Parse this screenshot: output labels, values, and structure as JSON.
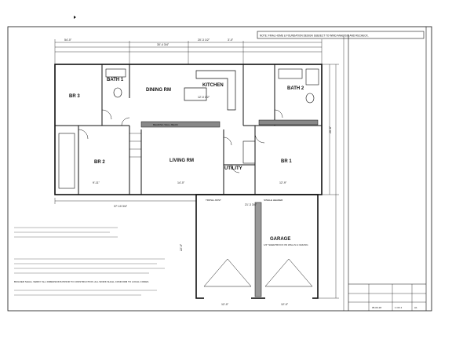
{
  "header_note": "NOTE: FINAL HOME & FOUNDATION DESIGN SUBJECT TO WIND ANALYSIS AND RECHECK.",
  "rooms": {
    "br3": "BR 3",
    "bath1": "BATH 1",
    "dining": "DINING RM",
    "kitchen": "KITCHEN",
    "bath2": "BATH 2",
    "br2": "BR 2",
    "living": "LIVING RM",
    "utility": "UTILITY",
    "br1": "BR 1",
    "garage": "GARAGE"
  },
  "dimensions": {
    "top_left": "54'-0\"",
    "top_mid": "30'-4 3/4\"",
    "top_right1": "20'-3 1/2\"",
    "top_right2": "3'-0\"",
    "kitchen_w": "12'-0 1/2\"",
    "living_w": "14'-0\"",
    "br1_w": "12'-9\"",
    "br2_w": "9'-11\"",
    "bottom_left": "37'-10 3/4\"",
    "garage_w": "21'-3 3/4\"",
    "garage_door1": "12'-0\"",
    "garage_door2": "12'-0\"",
    "side_right": "26'-8\"",
    "side_left": "22'-0\""
  },
  "labels": {
    "beam": "BEARING WALL BEAM",
    "garage_note": "1/2\" SHEETROCK ON WALLS & CEILING",
    "triple_joist": "TRIPLE JOIST",
    "single_header": "SINGLE HEADER"
  },
  "notes_block": "BUILDER SHALL VERIFY ALL DIMENSIONS PRIOR TO CONSTRUCTION. ALL WORK SHALL CONFORM TO LOCAL CODES.",
  "title_block": {
    "date": "05-03-18",
    "sheet": "1 OF 4",
    "number": "A1"
  }
}
